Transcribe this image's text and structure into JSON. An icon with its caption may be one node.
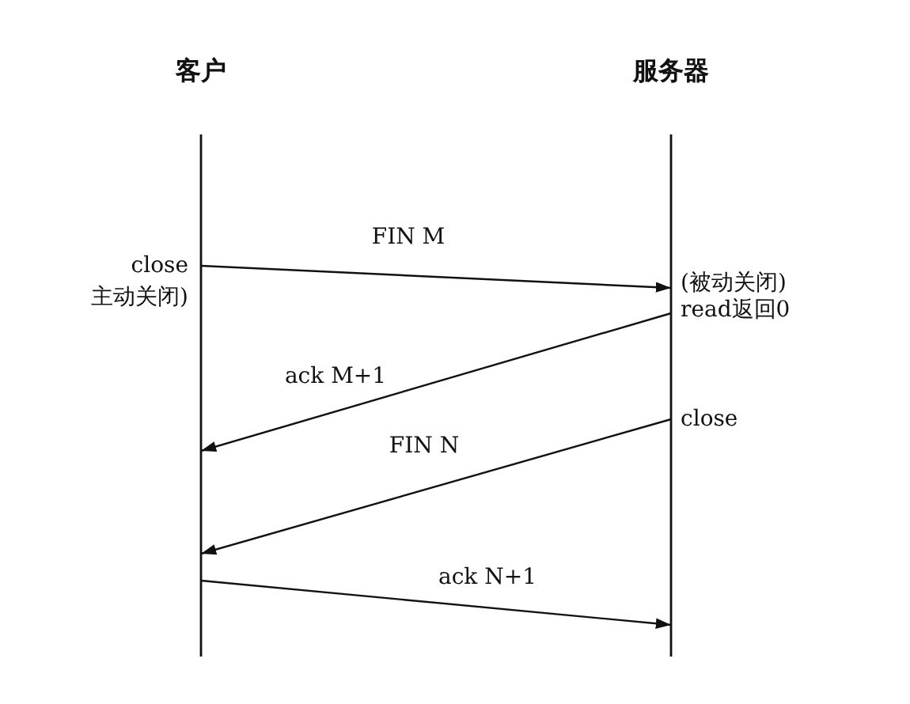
{
  "diagram": {
    "nodes": [
      {
        "text": [
          "客户"
        ]
      },
      {
        "text": [
          "服务器"
        ]
      }
    ],
    "edges": [
      {
        "from": 0,
        "to": 1,
        "arrow": "to",
        "label": "FIN M"
      },
      {
        "from": 1,
        "to": 0,
        "arrow": "to",
        "label": "ack M+1"
      },
      {
        "from": 1,
        "to": 0,
        "arrow": "to",
        "label": "FIN N"
      },
      {
        "from": 0,
        "to": 1,
        "arrow": "to",
        "label": "ack N+1"
      }
    ],
    "labels": [
      "close",
      "主动关闭)",
      "(被动关闭)",
      "read返回0",
      "close"
    ]
  }
}
